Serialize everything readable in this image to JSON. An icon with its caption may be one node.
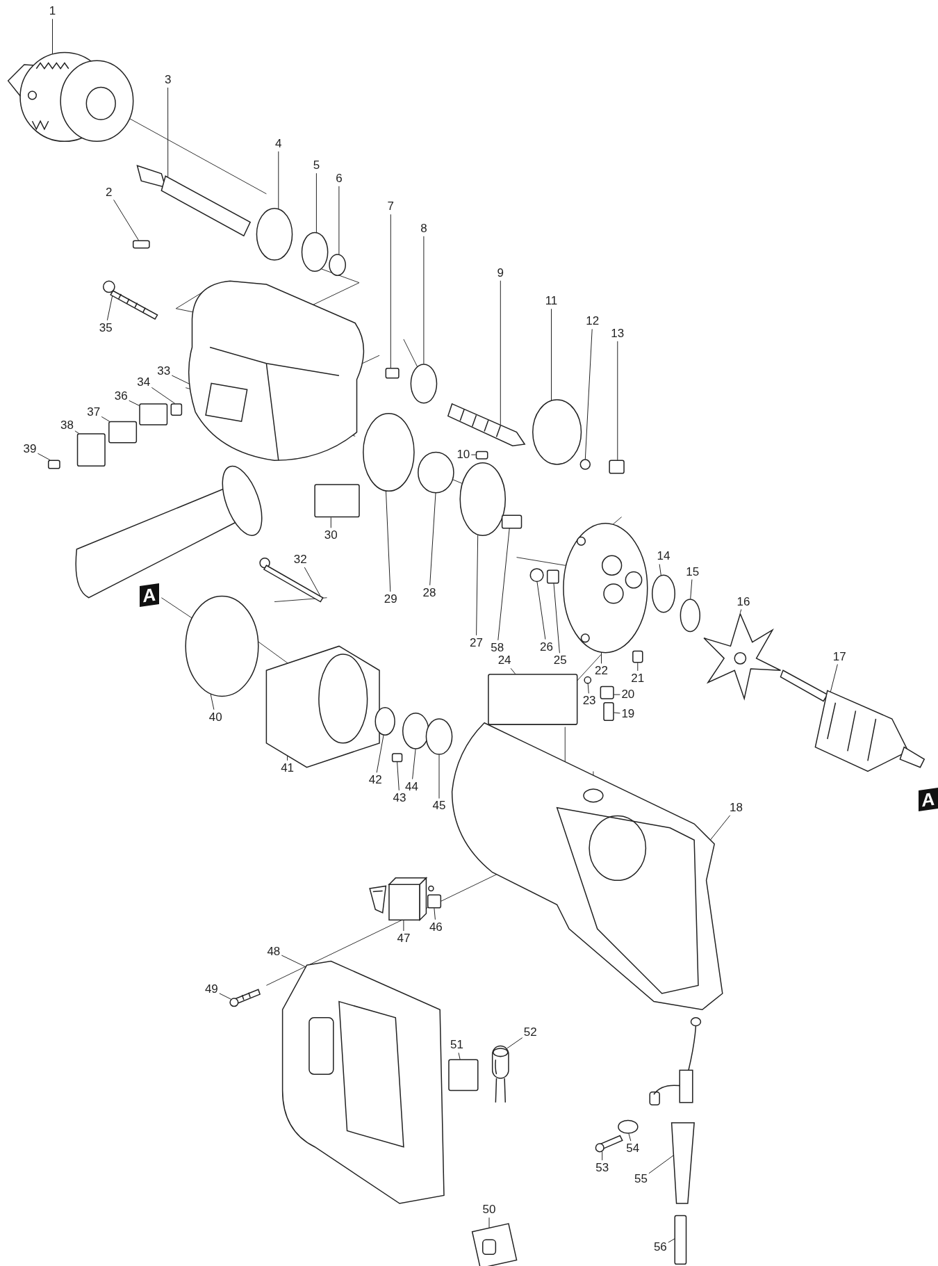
{
  "diagram": {
    "nodes": [
      {
        "text": [
          "1"
        ]
      },
      {
        "text": [
          "2"
        ]
      },
      {
        "text": [
          "3"
        ]
      },
      {
        "text": [
          "4"
        ]
      },
      {
        "text": [
          "5"
        ]
      },
      {
        "text": [
          "6"
        ]
      },
      {
        "text": [
          "7"
        ]
      },
      {
        "text": [
          "8"
        ]
      },
      {
        "text": [
          "9"
        ]
      },
      {
        "text": [
          "10"
        ]
      },
      {
        "text": [
          "11"
        ]
      },
      {
        "text": [
          "12"
        ]
      },
      {
        "text": [
          "13"
        ]
      },
      {
        "text": [
          "14"
        ]
      },
      {
        "text": [
          "15"
        ]
      },
      {
        "text": [
          "16"
        ]
      },
      {
        "text": [
          "17"
        ]
      },
      {
        "text": [
          "18"
        ]
      },
      {
        "text": [
          "19"
        ]
      },
      {
        "text": [
          "20"
        ]
      },
      {
        "text": [
          "21"
        ]
      },
      {
        "text": [
          "22"
        ]
      },
      {
        "text": [
          "23"
        ]
      },
      {
        "text": [
          "24"
        ]
      },
      {
        "text": [
          "25"
        ]
      },
      {
        "text": [
          "26"
        ]
      },
      {
        "text": [
          "27"
        ]
      },
      {
        "text": [
          "28"
        ]
      },
      {
        "text": [
          "29"
        ]
      },
      {
        "text": [
          "30"
        ]
      },
      {
        "text": [
          "32"
        ]
      },
      {
        "text": [
          "33"
        ]
      },
      {
        "text": [
          "34"
        ]
      },
      {
        "text": [
          "35"
        ]
      },
      {
        "text": [
          "36"
        ]
      },
      {
        "text": [
          "37"
        ]
      },
      {
        "text": [
          "38"
        ]
      },
      {
        "text": [
          "39"
        ]
      },
      {
        "text": [
          "40"
        ]
      },
      {
        "text": [
          "41"
        ]
      },
      {
        "text": [
          "42"
        ]
      },
      {
        "text": [
          "43"
        ]
      },
      {
        "text": [
          "44"
        ]
      },
      {
        "text": [
          "45"
        ]
      },
      {
        "text": [
          "46"
        ]
      },
      {
        "text": [
          "47"
        ]
      },
      {
        "text": [
          "48"
        ]
      },
      {
        "text": [
          "49"
        ]
      },
      {
        "text": [
          "50"
        ]
      },
      {
        "text": [
          "51"
        ]
      },
      {
        "text": [
          "52"
        ]
      },
      {
        "text": [
          "53"
        ]
      },
      {
        "text": [
          "54"
        ]
      },
      {
        "text": [
          "55"
        ]
      },
      {
        "text": [
          "56"
        ]
      },
      {
        "text": [
          "58"
        ]
      },
      {
        "text": [],
        "shape": "picture"
      },
      {
        "text": [],
        "shape": "box"
      },
      {
        "text": [],
        "shape": "picture"
      },
      {
        "text": [],
        "shape": "circle"
      },
      {
        "text": [],
        "shape": "circle"
      },
      {
        "text": [],
        "shape": "circle"
      },
      {
        "text": [],
        "shape": "box"
      },
      {
        "text": [],
        "shape": "circle"
      },
      {
        "text": [],
        "shape": "picture"
      },
      {
        "text": [],
        "shape": "box"
      },
      {
        "text": [],
        "shape": "circle"
      },
      {
        "text": [],
        "shape": "circle"
      },
      {
        "text": [],
        "shape": "box"
      },
      {
        "text": [],
        "shape": "circle"
      },
      {
        "text": [],
        "shape": "circle"
      },
      {
        "text": [],
        "shape": "picture"
      },
      {
        "text": [],
        "shape": "picture"
      },
      {
        "text": [],
        "shape": "picture"
      },
      {
        "text": [],
        "shape": "box"
      },
      {
        "text": [],
        "shape": "box"
      },
      {
        "text": [],
        "shape": "box"
      },
      {
        "text": [],
        "shape": "picture"
      },
      {
        "text": [],
        "shape": "circle"
      },
      {
        "text": [],
        "shape": "box"
      },
      {
        "text": [],
        "shape": "box"
      },
      {
        "text": [],
        "shape": "circle"
      },
      {
        "text": [],
        "shape": "circle"
      },
      {
        "text": [],
        "shape": "circle"
      },
      {
        "text": [],
        "shape": "circle"
      },
      {
        "text": [],
        "shape": "box"
      },
      {
        "text": [],
        "shape": "picture"
      },
      {
        "text": [],
        "shape": "picture"
      },
      {
        "text": [],
        "shape": "box"
      },
      {
        "text": [],
        "shape": "picture"
      },
      {
        "text": [],
        "shape": "box"
      },
      {
        "text": [],
        "shape": "box"
      },
      {
        "text": [],
        "shape": "box"
      },
      {
        "text": [],
        "shape": "box"
      },
      {
        "text": [],
        "shape": "circle"
      },
      {
        "text": [],
        "shape": "picture"
      },
      {
        "text": [],
        "shape": "circle"
      },
      {
        "text": [],
        "shape": "box"
      },
      {
        "text": [],
        "shape": "circle"
      },
      {
        "text": [],
        "shape": "circle"
      },
      {
        "text": [],
        "shape": "box"
      },
      {
        "text": [],
        "shape": "picture"
      },
      {
        "text": [],
        "shape": "picture"
      },
      {
        "text": [],
        "shape": "picture"
      },
      {
        "text": [],
        "shape": "picture"
      },
      {
        "text": [],
        "shape": "box"
      },
      {
        "text": [],
        "shape": "picture"
      },
      {
        "text": [],
        "shape": "picture"
      },
      {
        "text": [],
        "shape": "circle"
      },
      {
        "text": [],
        "shape": "picture"
      },
      {
        "text": [],
        "shape": "box"
      },
      {
        "text": [],
        "shape": "box"
      }
    ],
    "edges": [
      {
        "from": 0,
        "to": 56,
        "arrow": "none"
      },
      {
        "from": 1,
        "to": 57,
        "arrow": "none"
      },
      {
        "from": 2,
        "to": 58,
        "arrow": "none"
      },
      {
        "from": 3,
        "to": 59,
        "arrow": "none"
      },
      {
        "from": 4,
        "to": 60,
        "arrow": "none"
      },
      {
        "from": 5,
        "to": 61,
        "arrow": "none"
      },
      {
        "from": 6,
        "to": 62,
        "arrow": "none"
      },
      {
        "from": 7,
        "to": 63,
        "arrow": "none"
      },
      {
        "from": 8,
        "to": 64,
        "arrow": "none"
      },
      {
        "from": 9,
        "to": 65,
        "arrow": "none"
      },
      {
        "from": 10,
        "to": 66,
        "arrow": "none"
      },
      {
        "from": 11,
        "to": 67,
        "arrow": "none"
      },
      {
        "from": 12,
        "to": 68,
        "arrow": "none"
      },
      {
        "from": 13,
        "to": 69,
        "arrow": "none"
      },
      {
        "from": 14,
        "to": 70,
        "arrow": "none"
      },
      {
        "from": 15,
        "to": 71,
        "arrow": "none"
      },
      {
        "from": 16,
        "to": 72,
        "arrow": "none"
      },
      {
        "from": 17,
        "to": 73,
        "arrow": "none"
      },
      {
        "from": 18,
        "to": 74,
        "arrow": "none"
      },
      {
        "from": 19,
        "to": 75,
        "arrow": "none"
      },
      {
        "from": 20,
        "to": 76,
        "arrow": "none"
      },
      {
        "from": 21,
        "to": 77,
        "arrow": "none"
      },
      {
        "from": 22,
        "to": 78,
        "arrow": "none"
      },
      {
        "from": 23,
        "to": 79,
        "arrow": "none"
      },
      {
        "from": 24,
        "to": 80,
        "arrow": "none"
      },
      {
        "from": 25,
        "to": 81,
        "arrow": "none"
      },
      {
        "from": 26,
        "to": 82,
        "arrow": "none"
      },
      {
        "from": 27,
        "to": 83,
        "arrow": "none"
      },
      {
        "from": 28,
        "to": 84,
        "arrow": "none"
      },
      {
        "from": 29,
        "to": 85,
        "arrow": "none"
      },
      {
        "from": 30,
        "to": 86,
        "arrow": "none"
      },
      {
        "from": 31,
        "to": 87,
        "arrow": "none"
      },
      {
        "from": 32,
        "to": 88,
        "arrow": "none"
      },
      {
        "from": 33,
        "to": 89,
        "arrow": "none"
      },
      {
        "from": 34,
        "to": 90,
        "arrow": "none"
      },
      {
        "from": 35,
        "to": 91,
        "arrow": "none"
      },
      {
        "from": 36,
        "to": 92,
        "arrow": "none"
      },
      {
        "from": 37,
        "to": 93,
        "arrow": "none"
      },
      {
        "from": 38,
        "to": 94,
        "arrow": "none"
      },
      {
        "from": 39,
        "to": 95,
        "arrow": "none"
      },
      {
        "from": 40,
        "to": 96,
        "arrow": "none"
      },
      {
        "from": 41,
        "to": 97,
        "arrow": "none"
      },
      {
        "from": 42,
        "to": 98,
        "arrow": "none"
      },
      {
        "from": 43,
        "to": 99,
        "arrow": "none"
      },
      {
        "from": 44,
        "to": 100,
        "arrow": "none"
      },
      {
        "from": 45,
        "to": 101,
        "arrow": "none"
      },
      {
        "from": 46,
        "to": 102,
        "arrow": "none"
      },
      {
        "from": 47,
        "to": 103,
        "arrow": "none"
      },
      {
        "from": 48,
        "to": 104,
        "arrow": "none"
      },
      {
        "from": 49,
        "to": 105,
        "arrow": "none"
      },
      {
        "from": 50,
        "to": 106,
        "arrow": "none"
      },
      {
        "from": 51,
        "to": 107,
        "arrow": "none"
      },
      {
        "from": 52,
        "to": 108,
        "arrow": "none"
      },
      {
        "from": 53,
        "to": 109,
        "arrow": "none"
      },
      {
        "from": 54,
        "to": 110,
        "arrow": "none"
      },
      {
        "from": 55,
        "to": 111,
        "arrow": "none"
      }
    ],
    "labels": [
      "A",
      "A"
    ]
  }
}
